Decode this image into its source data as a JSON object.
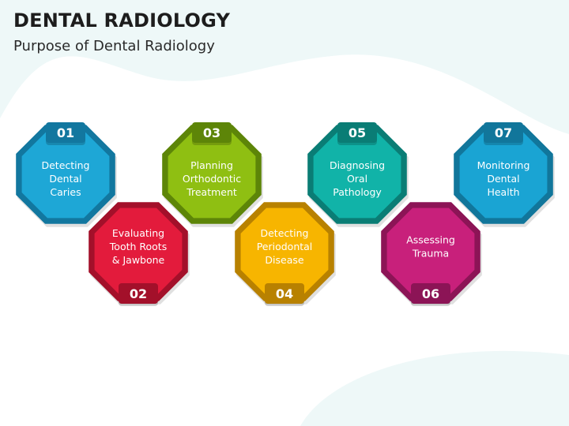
{
  "header": {
    "title": "DENTAL RADIOLOGY",
    "subtitle": "Purpose of Dental Radiology"
  },
  "steps": [
    {
      "number": "01",
      "lines": [
        "Detecting",
        "Dental",
        "Caries"
      ],
      "color": "#1ea7d6",
      "dark": "#12779f",
      "tab": "top"
    },
    {
      "number": "02",
      "lines": [
        "Evaluating",
        "Tooth Roots",
        "& Jawbone"
      ],
      "color": "#e31b3c",
      "dark": "#a3102a",
      "tab": "bottom"
    },
    {
      "number": "03",
      "lines": [
        "Planning",
        "Orthodontic",
        "Treatment"
      ],
      "color": "#8fbf12",
      "dark": "#5d8508",
      "tab": "top"
    },
    {
      "number": "04",
      "lines": [
        "Detecting",
        "Periodontal",
        "Disease"
      ],
      "color": "#f7b500",
      "dark": "#b88100",
      "tab": "bottom"
    },
    {
      "number": "05",
      "lines": [
        "Diagnosing",
        "Oral",
        "Pathology"
      ],
      "color": "#11b3a8",
      "dark": "#0a7d75",
      "tab": "top"
    },
    {
      "number": "06",
      "lines": [
        "Assessing",
        "Trauma"
      ],
      "color": "#c8207b",
      "dark": "#8c1456",
      "tab": "bottom"
    },
    {
      "number": "07",
      "lines": [
        "Monitoring",
        "Dental",
        "Health"
      ],
      "color": "#1aa4d3",
      "dark": "#11769b",
      "tab": "top"
    }
  ]
}
